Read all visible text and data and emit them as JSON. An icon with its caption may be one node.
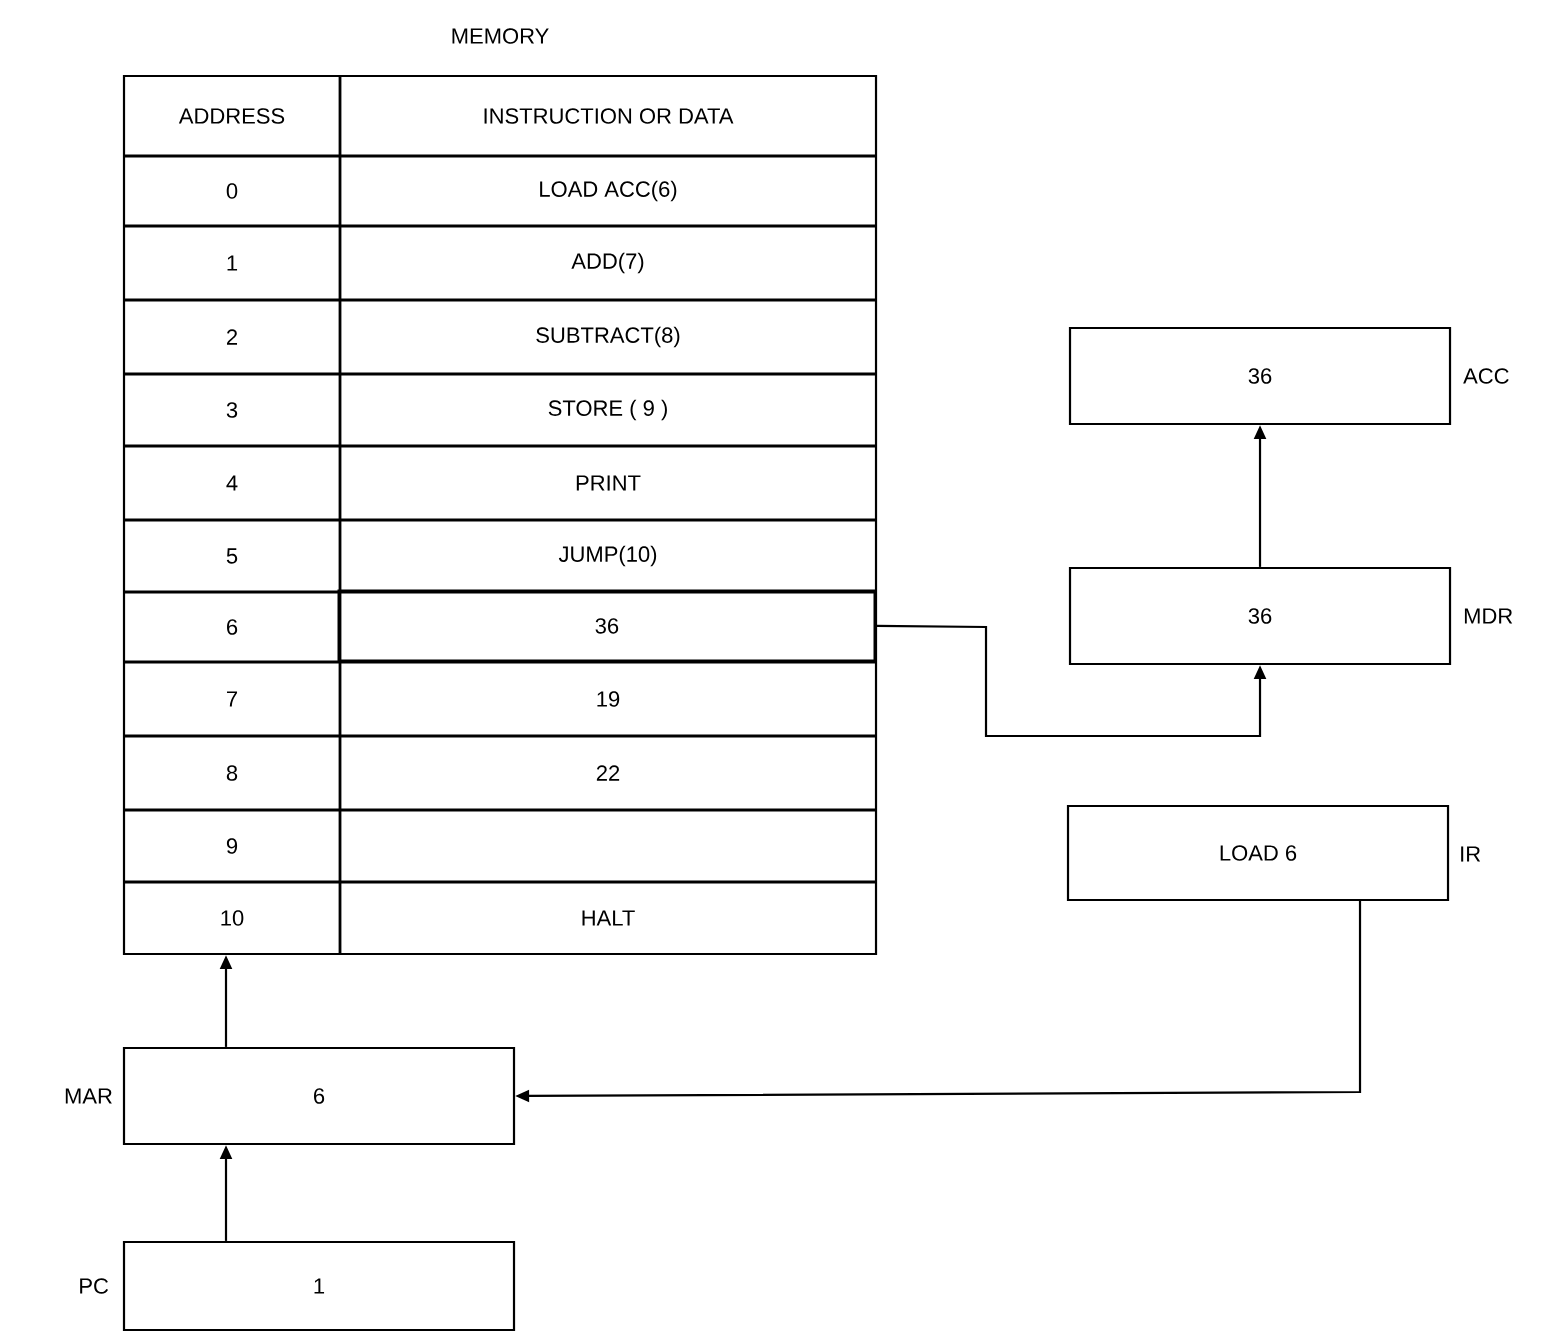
{
  "diagram": {
    "nodes": [
      {
        "text": [
          "MEMORY"
        ]
      },
      {
        "text": [
          "36"
        ],
        "in": 0
      },
      {
        "text": [
          "36"
        ],
        "beside": [
          "ACC"
        ]
      },
      {
        "text": [
          "36"
        ],
        "beside": [
          "MDR"
        ]
      },
      {
        "text": [
          "LOAD 6"
        ],
        "beside": [
          "IR"
        ]
      },
      {
        "text": [
          "6"
        ],
        "beside": [
          "MAR"
        ]
      },
      {
        "text": [
          "1"
        ],
        "beside": [
          "PC"
        ]
      }
    ],
    "edges": [
      {
        "from": 1,
        "to": 3,
        "arrow": "to"
      },
      {
        "from": 3,
        "to": 2,
        "arrow": "to"
      },
      {
        "from": 4,
        "to": 5,
        "arrow": "to"
      },
      {
        "from": 5,
        "to": 0,
        "arrow": "to"
      },
      {
        "from": 6,
        "to": 5,
        "arrow": "to"
      }
    ],
    "labels": [
      "ADDRESS",
      "INSTRUCTION OR DATA",
      "0",
      "LOAD ACC(6)",
      "1",
      "ADD(7)",
      "2",
      "SUBTRACT(8)",
      "3",
      "STORE ( 9 )",
      "4",
      "PRINT",
      "5",
      "JUMP(10)",
      "6",
      "7",
      "19",
      "8",
      "22",
      "9",
      "10",
      "HALT"
    ]
  }
}
